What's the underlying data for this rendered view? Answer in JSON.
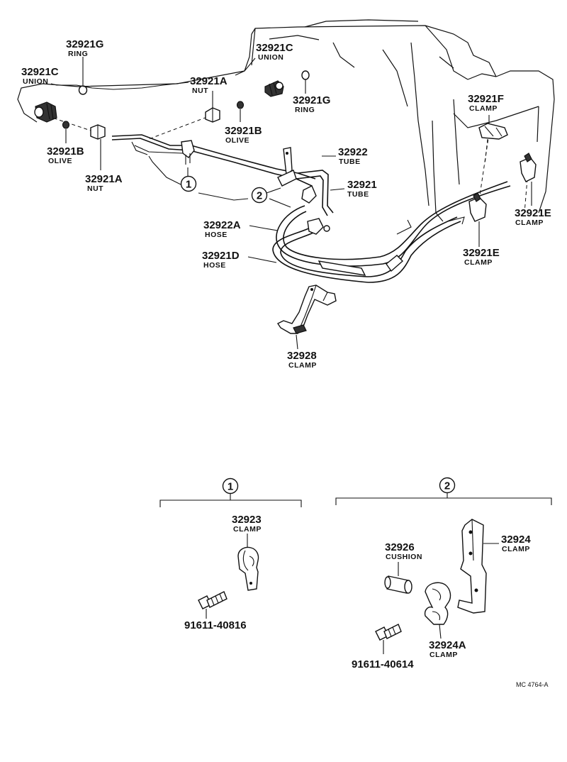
{
  "parts": [
    {
      "id": "p-32921G-left",
      "number": "32921G",
      "name": "RING"
    },
    {
      "id": "p-32921C-left",
      "number": "32921C",
      "name": "UNION"
    },
    {
      "id": "p-32921C-top",
      "number": "32921C",
      "name": "UNION"
    },
    {
      "id": "p-32921A-top",
      "number": "32921A",
      "name": "NUT"
    },
    {
      "id": "p-32921G-right",
      "number": "32921G",
      "name": "RING"
    },
    {
      "id": "p-32921B-right",
      "number": "32921B",
      "name": "OLIVE"
    },
    {
      "id": "p-32921B-left",
      "number": "32921B",
      "name": "OLIVE"
    },
    {
      "id": "p-32921A-left",
      "number": "32921A",
      "name": "NUT"
    },
    {
      "id": "p-32921F",
      "number": "32921F",
      "name": "CLAMP"
    },
    {
      "id": "p-32922",
      "number": "32922",
      "name": "TUBE"
    },
    {
      "id": "p-32921",
      "number": "32921",
      "name": "TUBE"
    },
    {
      "id": "p-32921E-right",
      "number": "32921E",
      "name": "CLAMP"
    },
    {
      "id": "p-32922A",
      "number": "32922A",
      "name": "HOSE"
    },
    {
      "id": "p-32921D",
      "number": "32921D",
      "name": "HOSE"
    },
    {
      "id": "p-32921E-center",
      "number": "32921E",
      "name": "CLAMP"
    },
    {
      "id": "p-32928",
      "number": "32928",
      "name": "CLAMP"
    },
    {
      "id": "p-32923",
      "number": "32923",
      "name": "CLAMP"
    },
    {
      "id": "p-91611-40816",
      "number": "91611-40816",
      "name": ""
    },
    {
      "id": "p-32926",
      "number": "32926",
      "name": "CUSHION"
    },
    {
      "id": "p-32924",
      "number": "32924",
      "name": "CLAMP"
    },
    {
      "id": "p-32924A",
      "number": "32924A",
      "name": "CLAMP"
    },
    {
      "id": "p-91611-40614",
      "number": "91611-40614",
      "name": ""
    }
  ],
  "callouts": {
    "one": "1",
    "two": "2"
  },
  "diagram_code": "MC 4764-A"
}
